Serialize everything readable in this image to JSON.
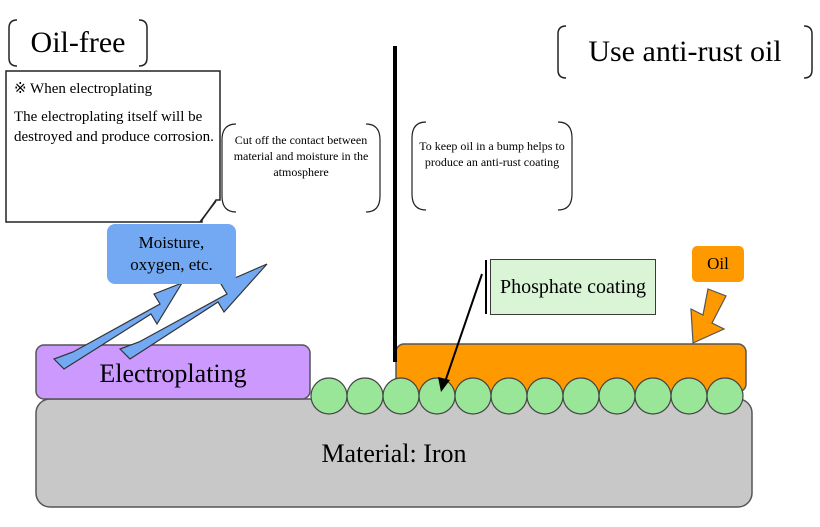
{
  "titles": {
    "oil_free": "Oil-free",
    "anti_rust": "Use anti-rust oil"
  },
  "note": {
    "heading": "※ When electroplating",
    "body": "The electroplating itself will be destroyed and produce corrosion."
  },
  "callouts": {
    "cut_off": "Cut off the contact between material and moisture in the atmosphere",
    "keep_oil": "To keep oil in a bump helps to produce an anti-rust coating"
  },
  "labels": {
    "moisture_line1": "Moisture,",
    "moisture_line2": "oxygen, etc.",
    "phosphate": "Phosphate coating",
    "oil": "Oil",
    "electroplating": "Electroplating",
    "material": "Material: Iron"
  },
  "colors": {
    "electroplating": "#cc99ff",
    "material": "#c8c8c8",
    "phosphate_bead": "#99e699",
    "oil": "#ff9900",
    "moisture": "#72a9f2",
    "arrow": "#72a9f2",
    "phosphate_box": "#d9f5d6"
  },
  "icons": {
    "reference_mark": "※"
  }
}
